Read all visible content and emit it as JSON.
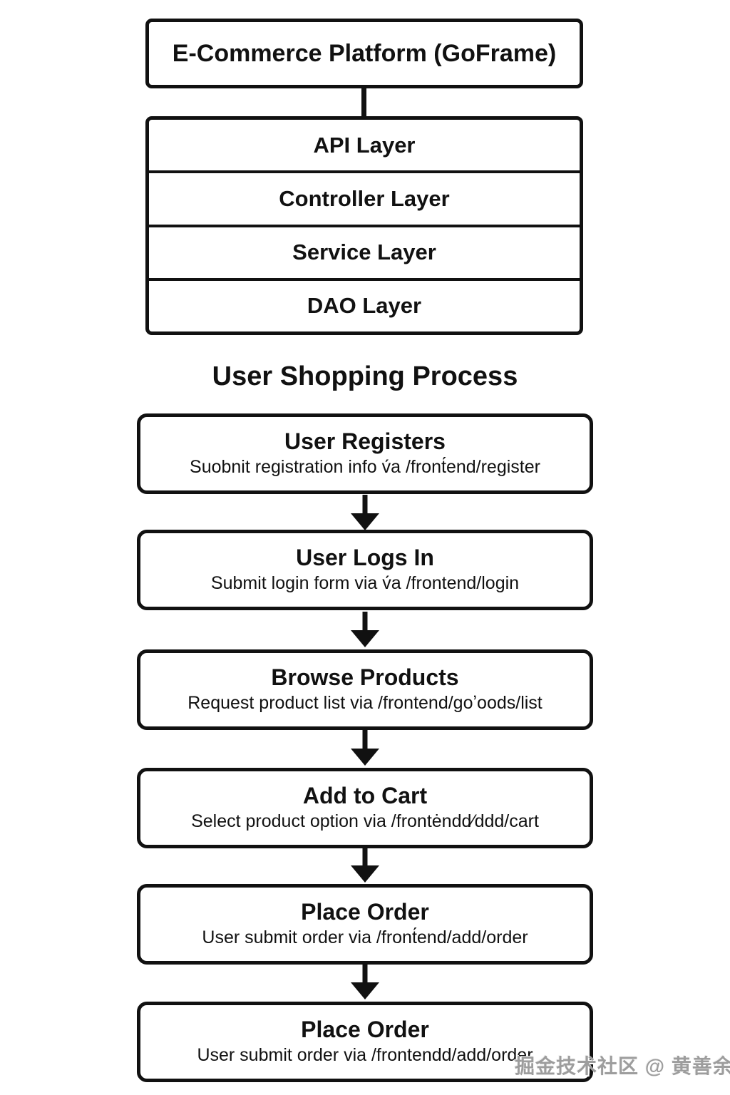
{
  "architecture": {
    "platform_label": "E-Commerce Platform (GoFrame)",
    "layers": [
      "API Layer",
      "Controller Layer",
      "Service Layer",
      "DAO Layer"
    ]
  },
  "process": {
    "title": "User Shopping Process",
    "steps": [
      {
        "heading": "User Registers",
        "description": "Suobnit registration info v́a /front́end/register"
      },
      {
        "heading": "User Logs In",
        "description": "Submit login form via v́a /frontend/login"
      },
      {
        "heading": "Browse Products",
        "description": "Request product list via /frontend/goʼoods/list"
      },
      {
        "heading": "Add to Cart",
        "description": "Select product option via /frontėndd⁄ddd/cart"
      },
      {
        "heading": "Place Order",
        "description": "User submit order via /front́end/add/order"
      },
      {
        "heading": "Place Order",
        "description": "User submit order via /frontendd/add/order"
      }
    ]
  },
  "watermark": {
    "text": "掘金技术社区 @ 黄善余",
    "color": "#9d9d9d"
  },
  "colors": {
    "stroke": "#111111",
    "background": "#ffffff"
  }
}
